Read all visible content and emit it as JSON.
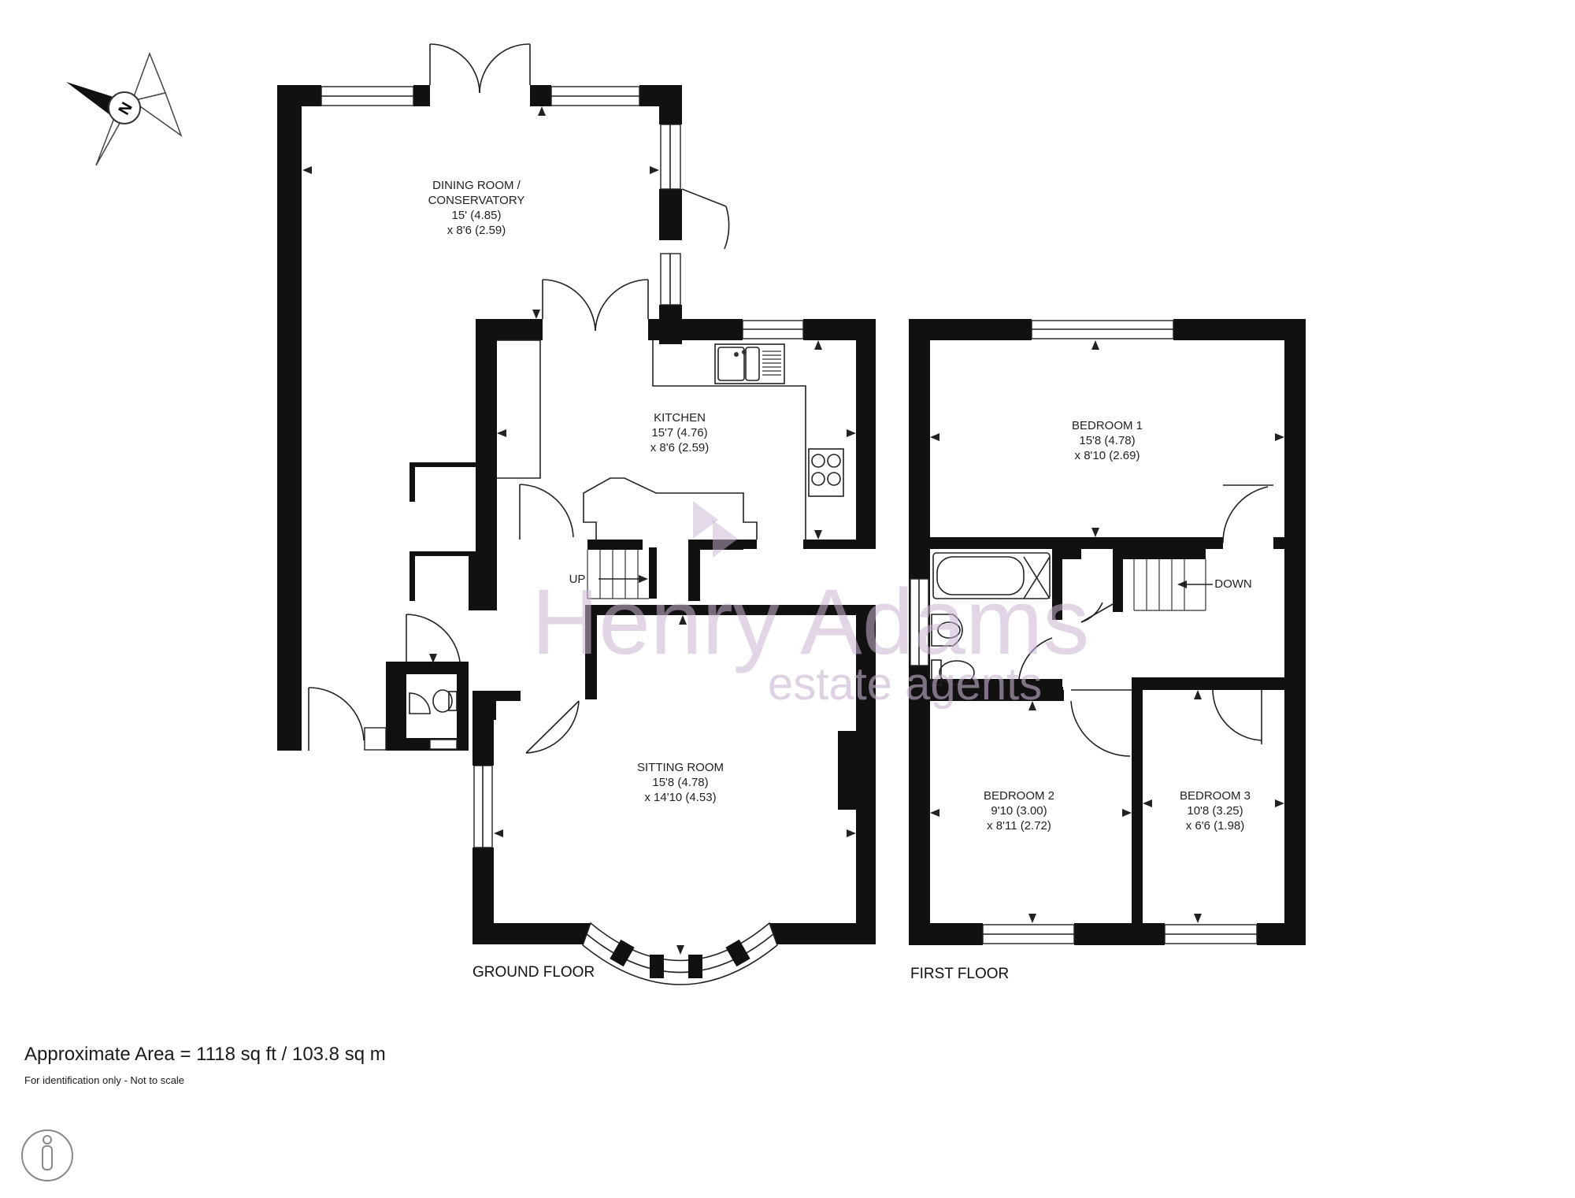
{
  "rooms": {
    "dining": {
      "name_line1": "DINING ROOM /",
      "name_line2": "CONSERVATORY",
      "dim1": "15' (4.85)",
      "dim2": "x 8'6 (2.59)"
    },
    "kitchen": {
      "name": "KITCHEN",
      "dim1": "15'7 (4.76)",
      "dim2": "x 8'6 (2.59)"
    },
    "sitting": {
      "name": "SITTING ROOM",
      "dim1": "15'8 (4.78)",
      "dim2": "x 14'10 (4.53)"
    },
    "bedroom1": {
      "name": "BEDROOM 1",
      "dim1": "15'8 (4.78)",
      "dim2": "x 8'10 (2.69)"
    },
    "bedroom2": {
      "name": "BEDROOM 2",
      "dim1": "9'10 (3.00)",
      "dim2": "x 8'11 (2.72)"
    },
    "bedroom3": {
      "name": "BEDROOM 3",
      "dim1": "10'8 (3.25)",
      "dim2": "x 6'6 (1.98)"
    }
  },
  "stairs": {
    "up": "UP",
    "down": "DOWN"
  },
  "floors": {
    "ground": "GROUND FLOOR",
    "first": "FIRST FLOOR"
  },
  "compass": {
    "letter": "N"
  },
  "watermark": {
    "line1": "Henry Adams",
    "line2": "estate agents"
  },
  "footer": {
    "area": "Approximate Area = 1118 sq ft / 103.8 sq m",
    "note": "For identification only - Not to scale"
  },
  "icons": [
    "compass-icon",
    "sink-icon",
    "hob-icon",
    "toilet-icon",
    "bath-icon",
    "basin-icon",
    "person-scale-icon"
  ]
}
